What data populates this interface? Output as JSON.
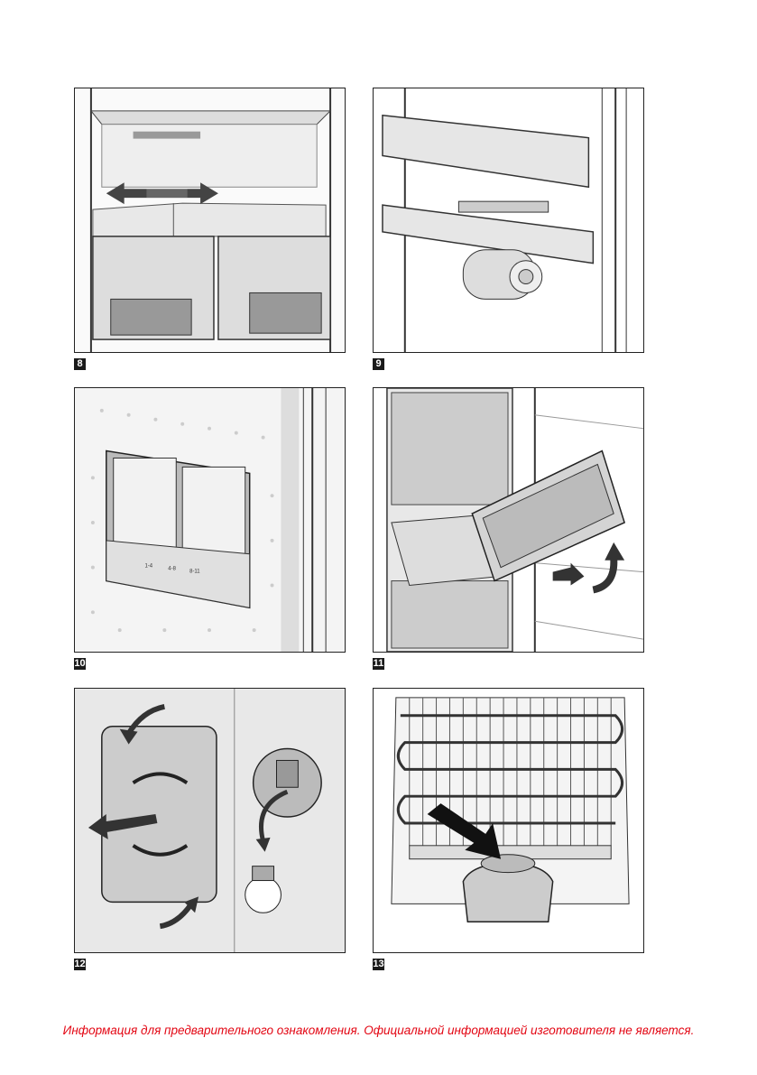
{
  "figures": [
    {
      "number": "8",
      "subject": "drawer-divider-slide"
    },
    {
      "number": "9",
      "subject": "door-shelves-bottle-holder"
    },
    {
      "number": "10",
      "subject": "control-panel-covers"
    },
    {
      "number": "11",
      "subject": "freezer-drawer-removal"
    },
    {
      "number": "12",
      "subject": "lamp-cover-bulb-replacement"
    },
    {
      "number": "13",
      "subject": "rear-compressor-drain"
    }
  ],
  "panel10_labels": [
    "1-4",
    "4-8",
    "8-11"
  ],
  "footer": {
    "disclaimer": "Информация для предварительного ознакомления. Официальной информацией изготовителя не является.",
    "color": "#e30613"
  }
}
